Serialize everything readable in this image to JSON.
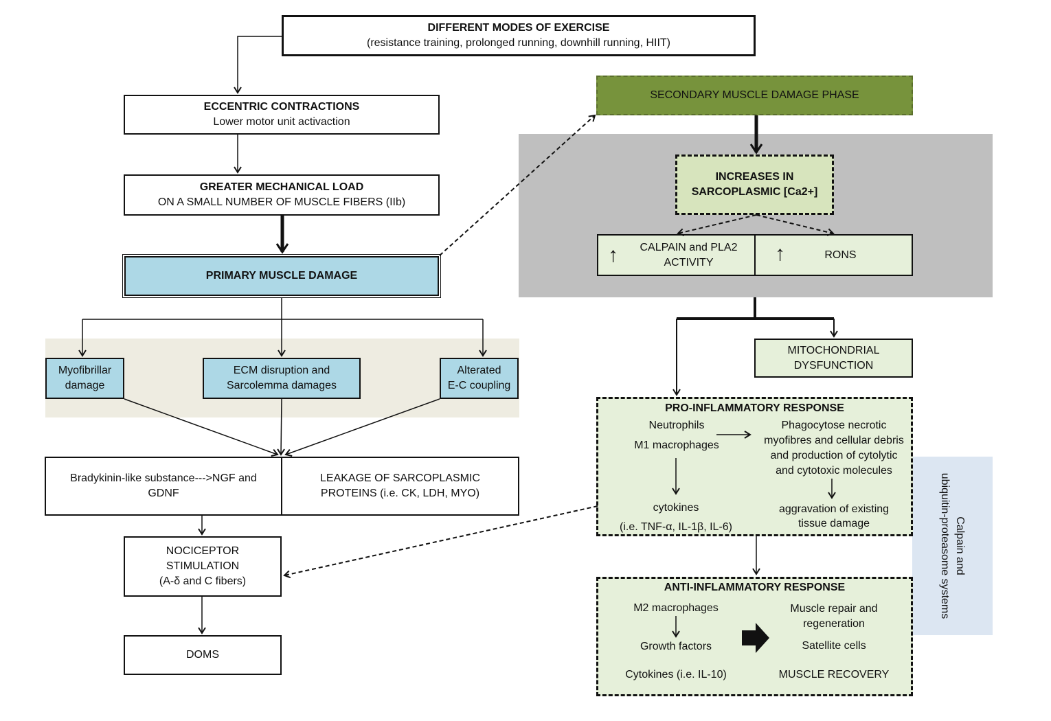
{
  "exercise": {
    "title": "DIFFERENT MODES OF EXERCISE",
    "subtitle": "(resistance training, prolonged running, downhill running, HIIT)"
  },
  "eccentric": {
    "title": "ECCENTRIC CONTRACTIONS",
    "subtitle": "Lower motor unit activaction"
  },
  "load": {
    "title": "GREATER MECHANICAL LOAD",
    "subtitle": "ON A SMALL NUMBER OF MUSCLE FIBERS (IIb)"
  },
  "primary": {
    "title": "PRIMARY MUSCLE DAMAGE"
  },
  "damage_types": [
    {
      "line1": "Myofibrillar",
      "line2": "damage"
    },
    {
      "line1": "ECM disruption and",
      "line2": "Sarcolemma damages"
    },
    {
      "line1": "Alterated",
      "line2": "E-C coupling"
    }
  ],
  "bradykinin": {
    "line1": "Bradykinin-like substance--->NGF and",
    "line2": "GDNF"
  },
  "leakage": {
    "line1": "LEAKAGE OF SARCOPLASMIC",
    "line2": "PROTEINS  (i.e. CK, LDH, MYO)"
  },
  "nociceptor": {
    "line1": "NOCICEPTOR",
    "line2": "STIMULATION",
    "line3": "(A-δ and C fibers)"
  },
  "doms": {
    "label": "DOMS"
  },
  "secondary": {
    "title": "SECONDARY MUSCLE DAMAGE PHASE"
  },
  "calcium": {
    "line1": "INCREASES IN",
    "line2": "SARCOPLASMIC [Ca2+]"
  },
  "calpain": {
    "arrow": "↑",
    "line1": "CALPAIN and PLA2",
    "line2": "ACTIVITY"
  },
  "rons": {
    "arrow": "↑",
    "label": "RONS"
  },
  "mito": {
    "line1": "MITOCHONDRIAL",
    "line2": "DYSFUNCTION"
  },
  "pro": {
    "title": "PRO-INFLAMMATORY RESPONSE",
    "neutrophils": "Neutrophils",
    "m1": "M1 macrophages",
    "phago1": "Phagocytose necrotic",
    "phago2": "myofibres and cellular debris",
    "phago3": "and production of cytolytic",
    "phago4": "and cytotoxic molecules",
    "cytokines": "cytokines",
    "cytokines_ex": "(i.e. TNF-α, IL-1β, IL-6)",
    "aggr1": "aggravation of  existing",
    "aggr2": "tissue damage"
  },
  "anti": {
    "title": "ANTI-INFLAMMATORY RESPONSE",
    "m2": "M2 macrophages",
    "growth": "Growth factors",
    "cytokines": "Cytokines  (i.e. IL-10)",
    "repair1": "Muscle repair and",
    "repair2": "regeneration",
    "satellite": "Satellite cells",
    "recovery": "MUSCLE RECOVERY"
  },
  "side_label": {
    "line1": "Calpain and",
    "line2": "ubiquitin-proteasome systems"
  },
  "colors": {
    "blue": "#add8e6",
    "dark_green": "#77933c",
    "light_green": "#e6f0da",
    "mid_green": "#d7e4bd",
    "gray": "#bfbfbf",
    "beige": "#eeece1",
    "side_blue": "#dce6f2"
  }
}
